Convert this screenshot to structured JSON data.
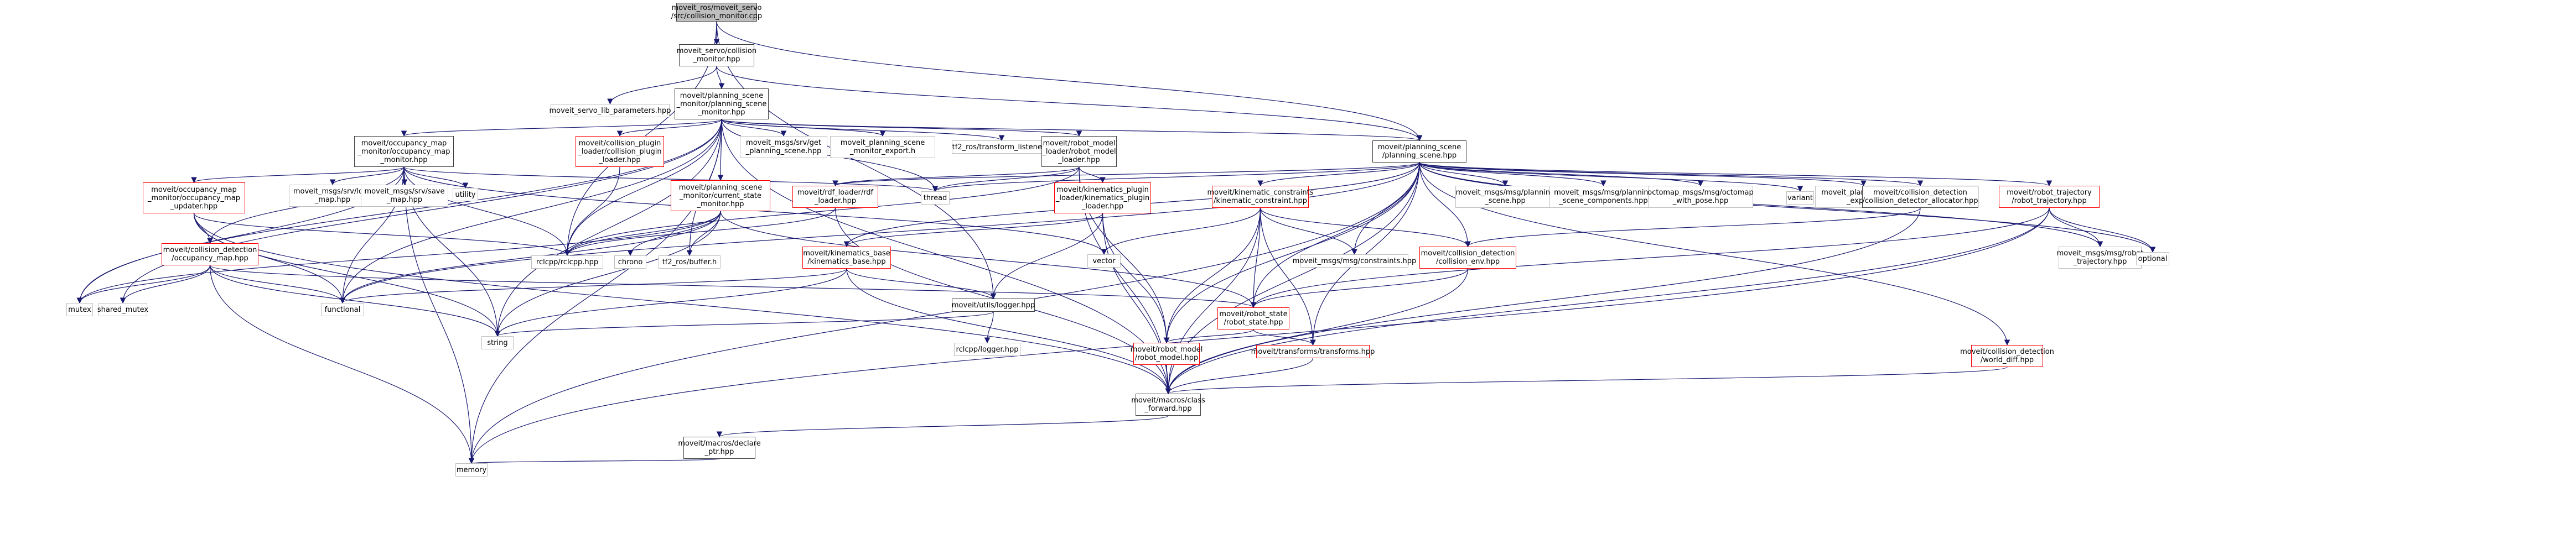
{
  "title": "moveit_ros/moveit_servo/src/collision_monitor.cpp include dependency graph",
  "colors": {
    "edge": "#191970",
    "root_fill": "#bfbfbf",
    "documented_border": "#404040",
    "undocumented_border": "#ff0000",
    "external_border": "#bfbfbf"
  },
  "nodes": [
    {
      "id": "root",
      "label": "moveit_ros/moveit_servo\n/src/collision_monitor.cpp",
      "kind": "root"
    },
    {
      "id": "cm_hpp",
      "label": "moveit_servo/collision\n_monitor.hpp",
      "kind": "black"
    },
    {
      "id": "servo_params",
      "label": "moveit_servo_lib_parameters.hpp",
      "kind": "gray"
    },
    {
      "id": "psm",
      "label": "moveit/planning_scene\n_monitor/planning_scene\n_monitor.hpp",
      "kind": "black"
    },
    {
      "id": "omm",
      "label": "moveit/occupancy_map\n_monitor/occupancy_map\n_monitor.hpp",
      "kind": "black"
    },
    {
      "id": "cpl",
      "label": "moveit/collision_plugin\n_loader/collision_plugin\n_loader.hpp",
      "kind": "red"
    },
    {
      "id": "get_ps",
      "label": "moveit_msgs/srv/get\n_planning_scene.hpp",
      "kind": "gray"
    },
    {
      "id": "psm_export",
      "label": "moveit_planning_scene\n_monitor_export.h",
      "kind": "gray"
    },
    {
      "id": "tf_listener",
      "label": "tf2_ros/transform_listener.h",
      "kind": "gray"
    },
    {
      "id": "rml",
      "label": "moveit/robot_model\n_loader/robot_model\n_loader.hpp",
      "kind": "black"
    },
    {
      "id": "ps",
      "label": "moveit/planning_scene\n/planning_scene.hpp",
      "kind": "black"
    },
    {
      "id": "omu",
      "label": "moveit/occupancy_map\n_monitor/occupancy_map\n_updater.hpp",
      "kind": "red"
    },
    {
      "id": "load_map",
      "label": "moveit_msgs/srv/load\n_map.hpp",
      "kind": "gray"
    },
    {
      "id": "save_map",
      "label": "moveit_msgs/srv/save\n_map.hpp",
      "kind": "gray"
    },
    {
      "id": "utility",
      "label": "utility",
      "kind": "gray"
    },
    {
      "id": "csm",
      "label": "moveit/planning_scene\n_monitor/current_state\n_monitor.hpp",
      "kind": "red"
    },
    {
      "id": "rdf",
      "label": "moveit/rdf_loader/rdf\n_loader.hpp",
      "kind": "red"
    },
    {
      "id": "thread",
      "label": "thread",
      "kind": "gray"
    },
    {
      "id": "kpl",
      "label": "moveit/kinematics_plugin\n_loader/kinematics_plugin\n_loader.hpp",
      "kind": "red"
    },
    {
      "id": "kc",
      "label": "moveit/kinematic_constraints\n/kinematic_constraint.hpp",
      "kind": "red"
    },
    {
      "id": "ps_msg",
      "label": "moveit_msgs/msg/planning\n_scene.hpp",
      "kind": "gray"
    },
    {
      "id": "psc_msg",
      "label": "moveit_msgs/msg/planning\n_scene_components.hpp",
      "kind": "gray"
    },
    {
      "id": "octomap",
      "label": "octomap_msgs/msg/octomap\n_with_pose.hpp",
      "kind": "gray"
    },
    {
      "id": "variant",
      "label": "variant",
      "kind": "gray"
    },
    {
      "id": "ps_export",
      "label": "moveit_planning_scene\n_export.h",
      "kind": "gray"
    },
    {
      "id": "cda",
      "label": "moveit/collision_detection\n/collision_detector_allocator.hpp",
      "kind": "black"
    },
    {
      "id": "rt",
      "label": "moveit/robot_trajectory\n/robot_trajectory.hpp",
      "kind": "red"
    },
    {
      "id": "occ_map",
      "label": "moveit/collision_detection\n/occupancy_map.hpp",
      "kind": "red"
    },
    {
      "id": "rclcpp",
      "label": "rclcpp/rclcpp.hpp",
      "kind": "gray"
    },
    {
      "id": "chrono",
      "label": "chrono",
      "kind": "gray"
    },
    {
      "id": "buffer",
      "label": "tf2_ros/buffer.h",
      "kind": "gray"
    },
    {
      "id": "kb",
      "label": "moveit/kinematics_base\n/kinematics_base.hpp",
      "kind": "red"
    },
    {
      "id": "vector",
      "label": "vector",
      "kind": "gray"
    },
    {
      "id": "constraints",
      "label": "moveit_msgs/msg/constraints.hpp",
      "kind": "gray"
    },
    {
      "id": "cenv",
      "label": "moveit/collision_detection\n/collision_env.hpp",
      "kind": "red"
    },
    {
      "id": "rt_msg",
      "label": "moveit_msgs/msg/robot\n_trajectory.hpp",
      "kind": "gray"
    },
    {
      "id": "optional",
      "label": "optional",
      "kind": "gray"
    },
    {
      "id": "mutex",
      "label": "mutex",
      "kind": "gray"
    },
    {
      "id": "shared_mutex",
      "label": "shared_mutex",
      "kind": "gray"
    },
    {
      "id": "functional",
      "label": "functional",
      "kind": "gray"
    },
    {
      "id": "logger",
      "label": "moveit/utils/logger.hpp",
      "kind": "black"
    },
    {
      "id": "rs",
      "label": "moveit/robot_state\n/robot_state.hpp",
      "kind": "red"
    },
    {
      "id": "string",
      "label": "string",
      "kind": "gray"
    },
    {
      "id": "rm",
      "label": "moveit/robot_model\n/robot_model.hpp",
      "kind": "red"
    },
    {
      "id": "transforms",
      "label": "moveit/transforms/transforms.hpp",
      "kind": "red"
    },
    {
      "id": "rcl_logger",
      "label": "rclcpp/logger.hpp",
      "kind": "gray"
    },
    {
      "id": "wd",
      "label": "moveit/collision_detection\n/world_diff.hpp",
      "kind": "red"
    },
    {
      "id": "cf",
      "label": "moveit/macros/class\n_forward.hpp",
      "kind": "black"
    },
    {
      "id": "declare_ptr",
      "label": "moveit/macros/declare\n_ptr.hpp",
      "kind": "black"
    },
    {
      "id": "memory",
      "label": "memory",
      "kind": "gray"
    }
  ],
  "edges": [
    [
      "root",
      "cm_hpp"
    ],
    [
      "root",
      "rclcpp"
    ],
    [
      "root",
      "logger"
    ],
    [
      "root",
      "ps"
    ],
    [
      "cm_hpp",
      "servo_params"
    ],
    [
      "cm_hpp",
      "psm"
    ],
    [
      "cm_hpp",
      "ps"
    ],
    [
      "psm",
      "omm"
    ],
    [
      "psm",
      "cpl"
    ],
    [
      "psm",
      "get_ps"
    ],
    [
      "psm",
      "psm_export"
    ],
    [
      "psm",
      "tf_listener"
    ],
    [
      "psm",
      "rml"
    ],
    [
      "psm",
      "ps"
    ],
    [
      "psm",
      "csm"
    ],
    [
      "psm",
      "rclcpp"
    ],
    [
      "psm",
      "thread"
    ],
    [
      "psm",
      "buffer"
    ],
    [
      "psm",
      "mutex"
    ],
    [
      "psm",
      "memory"
    ],
    [
      "psm",
      "functional"
    ],
    [
      "psm",
      "string"
    ],
    [
      "psm",
      "shared_mutex"
    ],
    [
      "psm",
      "cf"
    ],
    [
      "omm",
      "omu"
    ],
    [
      "omm",
      "load_map"
    ],
    [
      "omm",
      "save_map"
    ],
    [
      "omm",
      "utility"
    ],
    [
      "omm",
      "occ_map"
    ],
    [
      "omm",
      "rclcpp"
    ],
    [
      "omm",
      "mutex"
    ],
    [
      "omm",
      "memory"
    ],
    [
      "omm",
      "functional"
    ],
    [
      "omm",
      "string"
    ],
    [
      "omm",
      "thread"
    ],
    [
      "omm",
      "vector"
    ],
    [
      "omu",
      "occ_map"
    ],
    [
      "omu",
      "string"
    ],
    [
      "omu",
      "cf"
    ],
    [
      "omu",
      "functional"
    ],
    [
      "omu",
      "rclcpp"
    ],
    [
      "occ_map",
      "mutex"
    ],
    [
      "occ_map",
      "shared_mutex"
    ],
    [
      "occ_map",
      "functional"
    ],
    [
      "occ_map",
      "memory"
    ],
    [
      "occ_map",
      "string"
    ],
    [
      "occ_map",
      "rs"
    ],
    [
      "cpl",
      "rclcpp"
    ],
    [
      "csm",
      "rclcpp"
    ],
    [
      "csm",
      "chrono"
    ],
    [
      "csm",
      "buffer"
    ],
    [
      "csm",
      "string"
    ],
    [
      "csm",
      "functional"
    ],
    [
      "csm",
      "rs"
    ],
    [
      "csm",
      "mutex"
    ],
    [
      "rml",
      "kpl"
    ],
    [
      "rml",
      "rdf"
    ],
    [
      "rml",
      "rm"
    ],
    [
      "rml",
      "cf"
    ],
    [
      "rml",
      "rclcpp"
    ],
    [
      "rml",
      "thread"
    ],
    [
      "rdf",
      "rclcpp"
    ],
    [
      "rdf",
      "cf"
    ],
    [
      "kpl",
      "kb"
    ],
    [
      "kpl",
      "logger"
    ],
    [
      "kpl",
      "rm"
    ],
    [
      "kpl",
      "cf"
    ],
    [
      "kb",
      "logger"
    ],
    [
      "kb",
      "functional"
    ],
    [
      "kb",
      "string"
    ],
    [
      "kb",
      "cf"
    ],
    [
      "logger",
      "rcl_logger"
    ],
    [
      "logger",
      "string"
    ],
    [
      "ps",
      "kc"
    ],
    [
      "ps",
      "ps_msg"
    ],
    [
      "ps",
      "psc_msg"
    ],
    [
      "ps",
      "octomap"
    ],
    [
      "ps",
      "variant"
    ],
    [
      "ps",
      "ps_export"
    ],
    [
      "ps",
      "cda"
    ],
    [
      "ps",
      "rt"
    ],
    [
      "ps",
      "rs"
    ],
    [
      "ps",
      "rm"
    ],
    [
      "ps",
      "cenv"
    ],
    [
      "ps",
      "constraints"
    ],
    [
      "ps",
      "transforms"
    ],
    [
      "ps",
      "wd"
    ],
    [
      "ps",
      "optional"
    ],
    [
      "ps",
      "rt_msg"
    ],
    [
      "ps",
      "memory"
    ],
    [
      "ps",
      "functional"
    ],
    [
      "ps",
      "thread"
    ],
    [
      "ps",
      "cf"
    ],
    [
      "ps",
      "kb"
    ],
    [
      "ps",
      "rdf"
    ],
    [
      "kc",
      "vector"
    ],
    [
      "kc",
      "constraints"
    ],
    [
      "kc",
      "cenv"
    ],
    [
      "kc",
      "rs"
    ],
    [
      "kc",
      "rm"
    ],
    [
      "kc",
      "transforms"
    ],
    [
      "kc",
      "cf"
    ],
    [
      "cenv",
      "rs"
    ],
    [
      "cenv",
      "cf"
    ],
    [
      "cda",
      "cenv"
    ],
    [
      "cda",
      "cf"
    ],
    [
      "rt",
      "rs"
    ],
    [
      "rt",
      "rt_msg"
    ],
    [
      "rt",
      "optional"
    ],
    [
      "rt",
      "cf"
    ],
    [
      "rt",
      "memory"
    ],
    [
      "rs",
      "rm"
    ],
    [
      "rs",
      "transforms"
    ],
    [
      "rm",
      "cf"
    ],
    [
      "transforms",
      "cf"
    ],
    [
      "wd",
      "cf"
    ],
    [
      "cf",
      "declare_ptr"
    ],
    [
      "declare_ptr",
      "memory"
    ]
  ]
}
